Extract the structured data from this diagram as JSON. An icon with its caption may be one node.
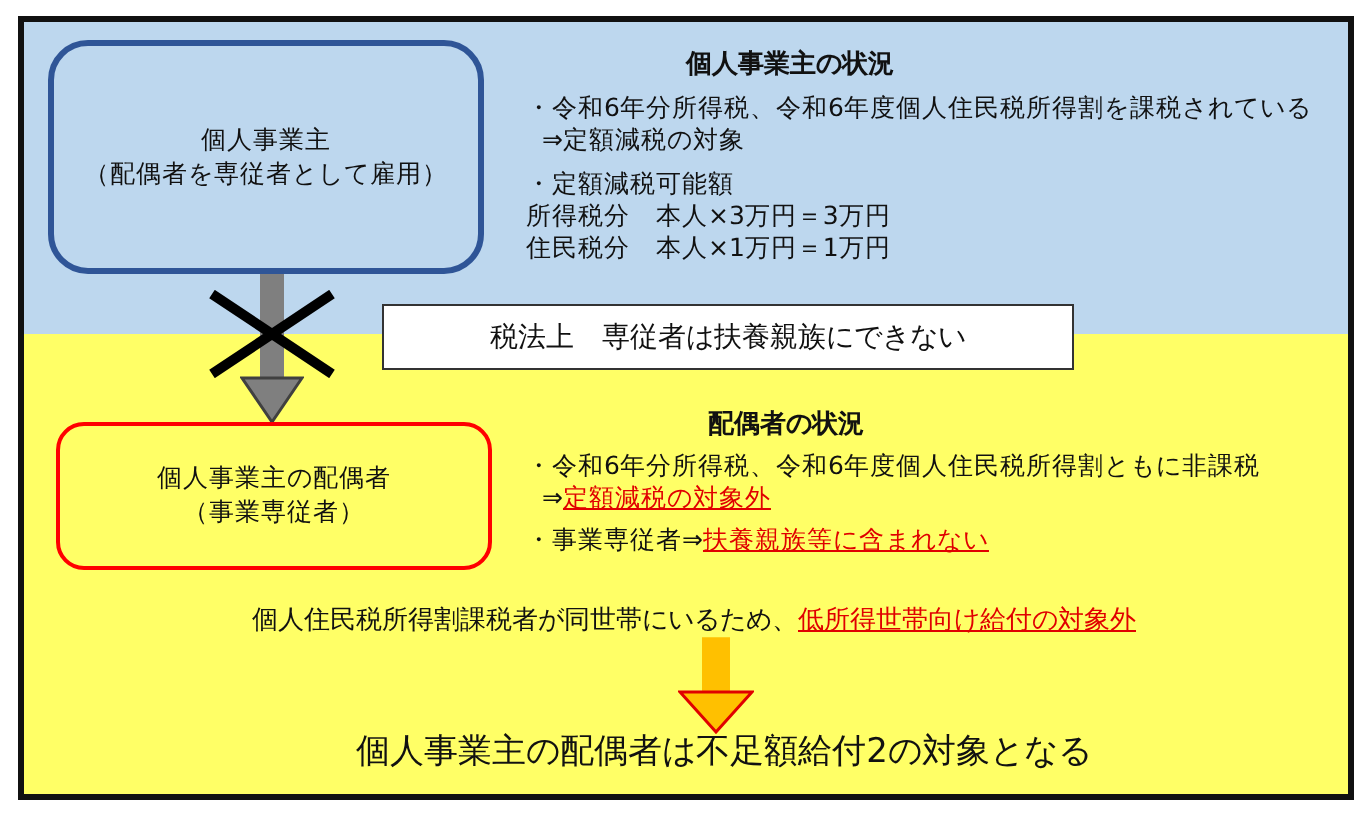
{
  "diagram": {
    "nodes": [
      {
        "text": [
          "個人事業主",
          "（配偶者を専従者として雇用）"
        ]
      },
      {
        "text": [
          "個人事業主の配偶者",
          "（事業専従者）"
        ]
      },
      {
        "text": [
          "税法上　専従者は扶養親族にできない"
        ]
      },
      {
        "text": [
          "個人住民税所得割課税者が同世帯にいるため、**低所得世帯向け給付の対象外**"
        ]
      },
      {
        "text": [
          "個人事業主の配偶者は不足額給付2の対象となる"
        ]
      }
    ],
    "edges": [
      {
        "from": 0,
        "to": 1,
        "arrow": "to",
        "color": "#7f7f7f"
      },
      {
        "from": 3,
        "to": 4,
        "arrow": "to",
        "color": "#ffc000"
      }
    ],
    "labels": [
      "個人事業主の状況",
      "・令和6年分所得税、令和6年度個人住民税所得割を課税されている",
      "⇒定額減税の対象",
      "・定額減税可能額",
      "所得税分　本人×3万円＝3万円",
      "住民税分　本人×1万円＝1万円",
      "配偶者の状況",
      "・令和6年分所得税、令和6年度個人住民税所得割ともに非課税",
      "⇒**定額減税の対象外**",
      "・事業専従者⇒**扶養親族等に含まれない**"
    ]
  }
}
